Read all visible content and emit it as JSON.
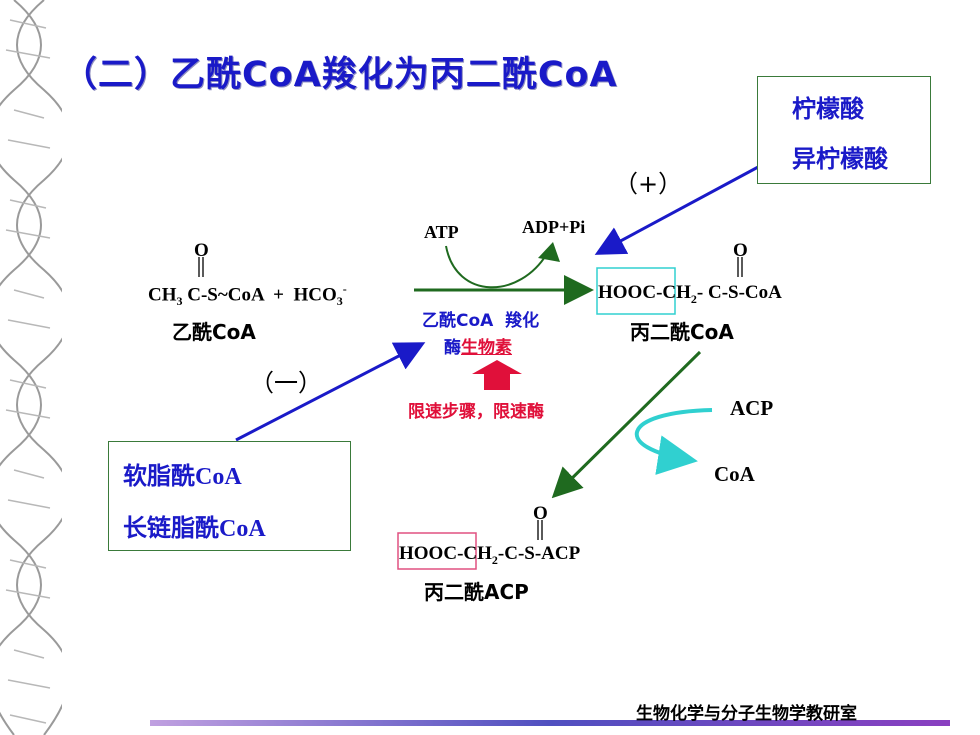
{
  "title": "（二）乙酰CoA羧化为丙二酰CoA",
  "activators": {
    "sign": "（+）",
    "items": [
      "柠檬酸",
      "异柠檬酸"
    ]
  },
  "inhibitors": {
    "sign": "（一）",
    "items": [
      "软脂酰CoA",
      "长链脂酰CoA"
    ]
  },
  "reaction1": {
    "atp": "ATP",
    "adp": "ADP+Pi",
    "substrate_o": "O",
    "substrate_formula": {
      "ch": "CH",
      "sub3": "3",
      "rest": " C-S~CoA  +  HCO",
      "sub_3b": "3",
      "sup_minus": "-"
    },
    "substrate_name": "乙酰CoA",
    "enzyme_line1": "乙酰CoA  羧化",
    "enzyme_line2_prefix": "酶",
    "enzyme_line2_biotin": "生物素",
    "rate_limiting": "限速步骤，限速酶",
    "product_o": "O",
    "product_formula": {
      "hooc": "HOOC",
      "rest1": "-CH",
      "sub2": "2",
      "rest2": "- C-S-CoA"
    },
    "product_name": "丙二酰CoA"
  },
  "reaction2": {
    "acp": "ACP",
    "coa": "CoA",
    "product_o": "O",
    "product_formula": {
      "hooc": "HOOC",
      "rest1": "-CH",
      "sub2": "2",
      "rest2": "-C-S-ACP"
    },
    "product_name": "丙二酰ACP"
  },
  "footer": "生物化学与分子生物学教研室",
  "colors": {
    "blue": "#1a1ac8",
    "green": "#1f6a1f",
    "red": "#e0103a",
    "cyan": "#30d0d0"
  }
}
